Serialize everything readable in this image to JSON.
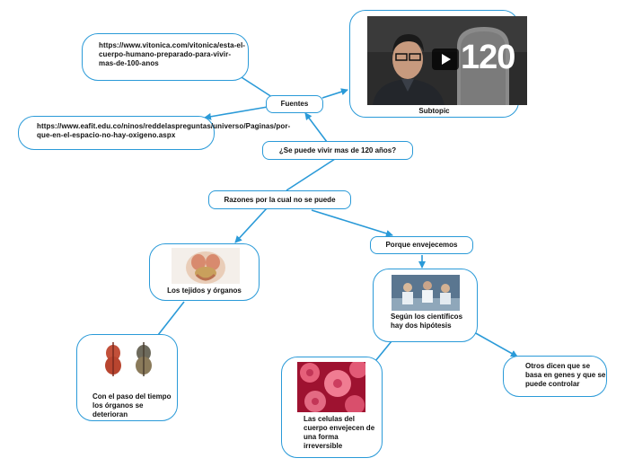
{
  "nodes": {
    "url1": "https://www.vitonica.com/vitonica/esta-el-cuerpo-humano-preparado-para-vivir-mas-de-100-anos",
    "url2": "https://www.eafit.edu.co/ninos/reddelaspreguntas/universo/Paginas/por-que-en-el-espacio-no-hay-oxigeno.aspx",
    "fuentes": "Fuentes",
    "subtopic": "Subtopic",
    "video_number": "120",
    "central": "¿Se puede vivir mas de 120 años?",
    "razones": "Razones por la cual no se puede",
    "porque": "Porque envejecemos",
    "tejidos": "Los tejidos y órganos",
    "paso": "Con el paso del tiempo los órganos se deterioran",
    "cientificos": "Según los científicos hay dos hipótesis",
    "celulas": "Las celulas del cuerpo envejecen de una forma irreversible",
    "otros": "Otros dicen que se basa en genes y que se puede controlar"
  },
  "colors": {
    "border": "#2a9ad8",
    "edge": "#2a9ad8"
  },
  "icons": {
    "play": "play-icon"
  }
}
